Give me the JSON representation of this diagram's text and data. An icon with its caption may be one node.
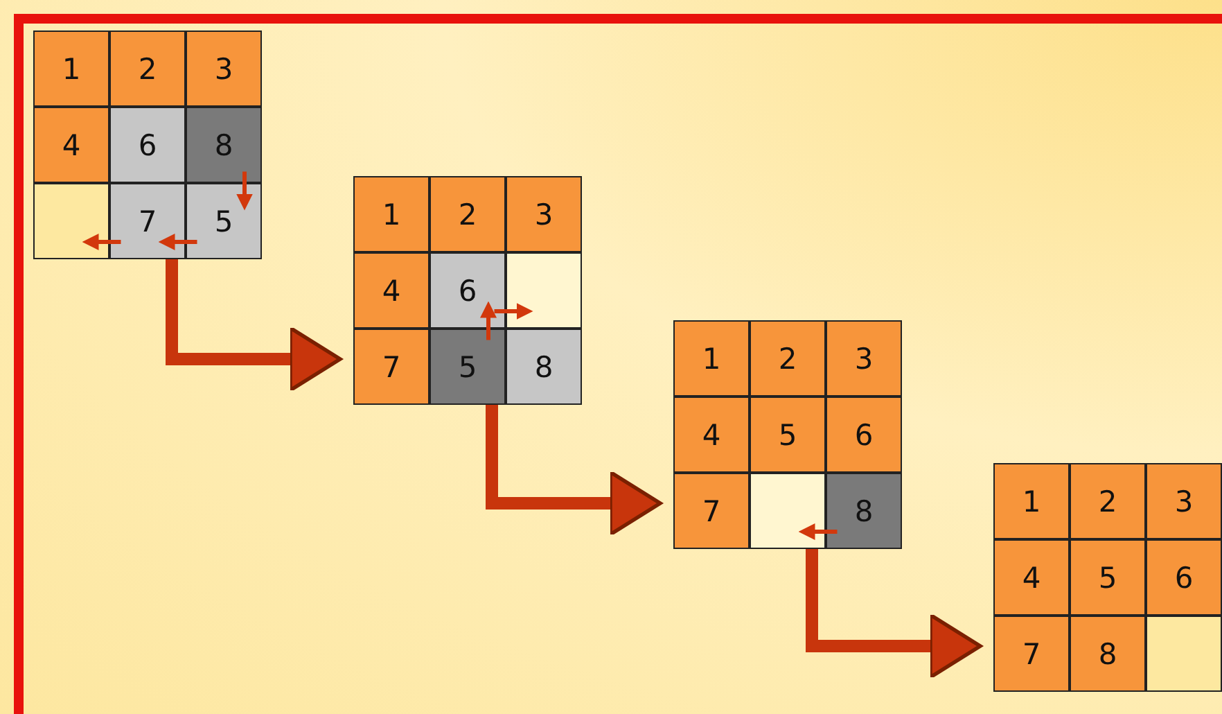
{
  "diagram": {
    "nodes": [
      {
        "text": [],
        "shape": "box"
      },
      {
        "text": [
          "1"
        ],
        "in": 0
      },
      {
        "text": [
          "2"
        ],
        "in": 0
      },
      {
        "text": [
          "3"
        ],
        "in": 0
      },
      {
        "text": [
          "4"
        ],
        "in": 0
      },
      {
        "text": [
          "6"
        ],
        "in": 0
      },
      {
        "text": [
          "8"
        ],
        "in": 0
      },
      {
        "text": [],
        "shape": "box",
        "in": 0
      },
      {
        "text": [
          "7"
        ],
        "in": 0
      },
      {
        "text": [
          "5"
        ],
        "in": 0
      },
      {
        "text": [],
        "shape": "box"
      },
      {
        "text": [
          "1"
        ],
        "in": 10
      },
      {
        "text": [
          "2"
        ],
        "in": 10
      },
      {
        "text": [
          "3"
        ],
        "in": 10
      },
      {
        "text": [
          "4"
        ],
        "in": 10
      },
      {
        "text": [
          "6"
        ],
        "in": 10
      },
      {
        "text": [],
        "shape": "box",
        "in": 10
      },
      {
        "text": [
          "7"
        ],
        "in": 10
      },
      {
        "text": [
          "5"
        ],
        "in": 10
      },
      {
        "text": [
          "8"
        ],
        "in": 10
      },
      {
        "text": [],
        "shape": "box"
      },
      {
        "text": [
          "1"
        ],
        "in": 20
      },
      {
        "text": [
          "2"
        ],
        "in": 20
      },
      {
        "text": [
          "3"
        ],
        "in": 20
      },
      {
        "text": [
          "4"
        ],
        "in": 20
      },
      {
        "text": [
          "5"
        ],
        "in": 20
      },
      {
        "text": [
          "6"
        ],
        "in": 20
      },
      {
        "text": [
          "7"
        ],
        "in": 20
      },
      {
        "text": [],
        "shape": "box",
        "in": 20
      },
      {
        "text": [
          "8"
        ],
        "in": 20
      },
      {
        "text": [],
        "shape": "box"
      },
      {
        "text": [
          "1"
        ],
        "in": 30
      },
      {
        "text": [
          "2"
        ],
        "in": 30
      },
      {
        "text": [
          "3"
        ],
        "in": 30
      },
      {
        "text": [
          "4"
        ],
        "in": 30
      },
      {
        "text": [
          "5"
        ],
        "in": 30
      },
      {
        "text": [
          "6"
        ],
        "in": 30
      },
      {
        "text": [
          "7"
        ],
        "in": 30
      },
      {
        "text": [
          "8"
        ],
        "in": 30
      },
      {
        "text": [],
        "shape": "box",
        "in": 30
      }
    ],
    "edges": [
      {
        "from": 6,
        "to": 9,
        "arrow": "to"
      },
      {
        "from": 9,
        "to": 8,
        "arrow": "to"
      },
      {
        "from": 8,
        "to": 7,
        "arrow": "to"
      },
      {
        "from": 0,
        "to": 10,
        "arrow": "to",
        "style": "thick"
      },
      {
        "from": 18,
        "to": 15,
        "arrow": "to"
      },
      {
        "from": 15,
        "to": 16,
        "arrow": "to"
      },
      {
        "from": 10,
        "to": 20,
        "arrow": "to",
        "style": "thick"
      },
      {
        "from": 29,
        "to": 28,
        "arrow": "to"
      },
      {
        "from": 20,
        "to": 30,
        "arrow": "to",
        "style": "thick"
      }
    ]
  }
}
